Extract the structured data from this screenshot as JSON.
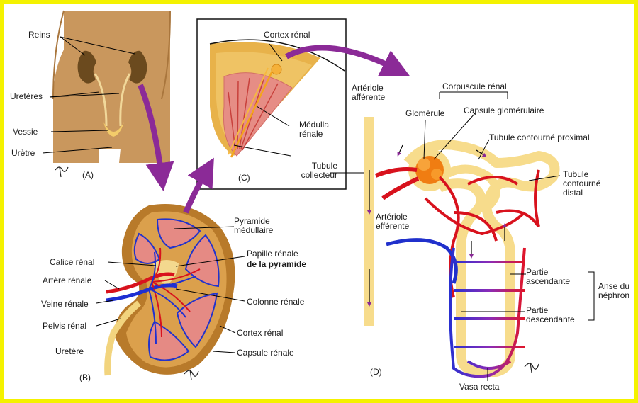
{
  "panels": {
    "A": {
      "tag": "(A)",
      "labels": {
        "reins": "Reins",
        "ureteres": "Uretères",
        "vessie": "Vessie",
        "uretre": "Urètre"
      }
    },
    "B": {
      "tag": "(B)",
      "labels": {
        "pyramide": "Pyramide médullaire",
        "calice": "Calice rénal",
        "papille": "Papille rénale",
        "papille2": "de la pyramide",
        "artere": "Artère rénale",
        "veine": "Veine rénale",
        "colonne": "Colonne rénale",
        "pelvis": "Pelvis rénal",
        "cortex": "Cortex rénal",
        "uretere": "Uretère",
        "capsule": "Capsule rénale"
      }
    },
    "C": {
      "tag": "(C)",
      "labels": {
        "cortex": "Cortex rénal",
        "medulla": "Médulla rénale",
        "tubule": "Tubule collecteur"
      }
    },
    "D": {
      "tag": "(D)",
      "labels": {
        "art_aff": "Artériole afférente",
        "corpuscule": "Corpuscule rénal",
        "glomerule": "Glomérule",
        "capsule_glom": "Capsule glomérulaire",
        "tcp": "Tubule contourné proximal",
        "tcd": "Tubule contourné distal",
        "art_eff": "Artériole efférente",
        "partie_asc": "Partie ascendante",
        "partie_desc": "Partie descendante",
        "anse": "Anse du néphron",
        "vasa": "Vasa recta"
      }
    }
  },
  "colors": {
    "frame": "#f4f200",
    "skin": "#c9975d",
    "kidney_dark": "#6b4a1e",
    "pyramid": "#e48a84",
    "artery": "#d8121d",
    "vein": "#1e2fd2",
    "tubule": "#f7dc8c",
    "glomerulus": "#f07d12",
    "arrow": "#8b2a97"
  }
}
